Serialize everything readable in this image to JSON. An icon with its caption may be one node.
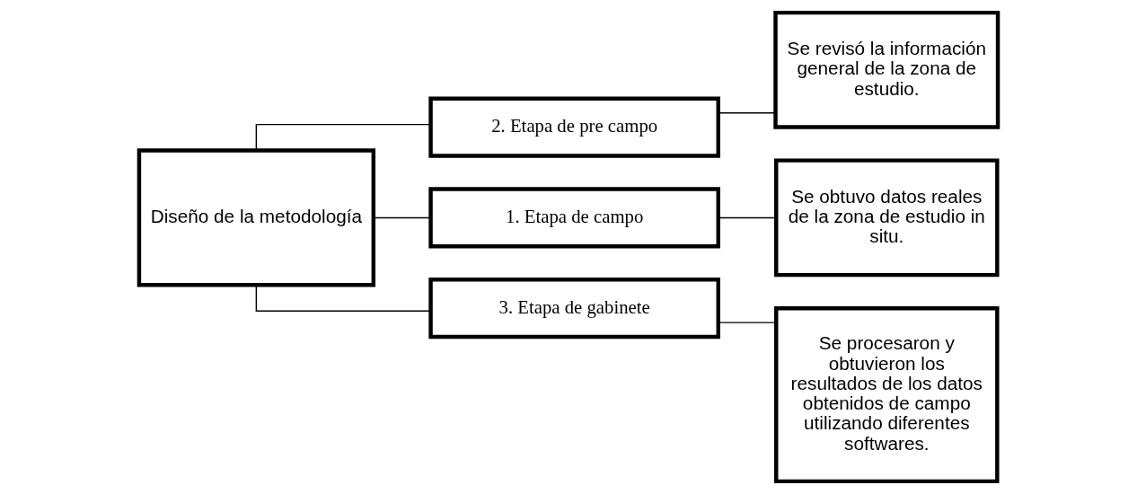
{
  "diagram": {
    "nodes": [
      {
        "text": [
          "Diseño de la metodología"
        ]
      },
      {
        "text": [
          "2. Etapa de pre campo"
        ]
      },
      {
        "text": [
          "Se revisó la información general de la zona de estudio."
        ]
      },
      {
        "text": [
          "1. Etapa de campo"
        ]
      },
      {
        "text": [
          "Se obtuvo datos reales de la zona de estudio in situ."
        ]
      },
      {
        "text": [
          "3. Etapa de gabinete"
        ]
      },
      {
        "text": [
          "Se procesaron y obtuvieron los resultados de los datos obtenidos de campo utilizando diferentes softwares."
        ]
      }
    ],
    "edges": [
      {
        "from": 0,
        "to": 1,
        "arrow": "none"
      },
      {
        "from": 0,
        "to": 3,
        "arrow": "none"
      },
      {
        "from": 0,
        "to": 5,
        "arrow": "none"
      },
      {
        "from": 1,
        "to": 2,
        "arrow": "none"
      },
      {
        "from": 3,
        "to": 4,
        "arrow": "none"
      },
      {
        "from": 5,
        "to": 6,
        "arrow": "none"
      }
    ]
  }
}
